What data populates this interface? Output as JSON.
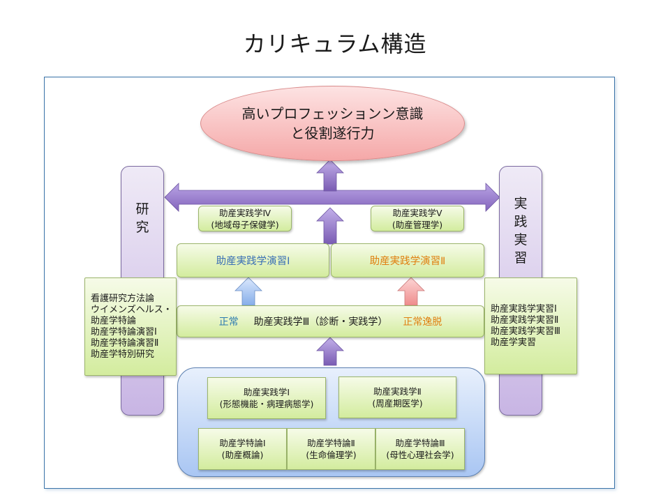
{
  "title": "カリキュラム構造",
  "goal": {
    "line1": "高いプロフェッションン意識",
    "line2": "と役割遂行力"
  },
  "pillars": {
    "left": {
      "chars": [
        "研",
        "究"
      ]
    },
    "right": {
      "chars": [
        "実",
        "践",
        "実",
        "習"
      ]
    }
  },
  "upper_courses": {
    "iv": {
      "name": "助産実践学Ⅳ",
      "sub": "(地域母子保健学)"
    },
    "v": {
      "name": "助産実践学Ⅴ",
      "sub": "(助産管理学)"
    }
  },
  "exercises": {
    "i": "助産実践学演習Ⅰ",
    "ii": "助産実践学演習Ⅱ"
  },
  "middle": {
    "normal": "正常",
    "course": "助産実践学Ⅲ（診断・実践学）",
    "abnormal": "正常逸脱"
  },
  "research_list": [
    "看護研究方法論",
    "ウイメンズヘルス・",
    "助産学特論",
    "助産学特論演習Ⅰ",
    "助産学特論演習Ⅱ",
    "助産学特別研究"
  ],
  "practice_list": [
    "助産実践学実習Ⅰ",
    "助産実践学実習Ⅱ",
    "助産実践学実習Ⅲ",
    "助産学実習"
  ],
  "foundation": {
    "row1": [
      {
        "name": "助産実践学Ⅰ",
        "sub": "(形態機能・病理病態学)"
      },
      {
        "name": "助産実践学Ⅱ",
        "sub": "(周産期医学)"
      }
    ],
    "row2": [
      {
        "name": "助産学特論Ⅰ",
        "sub": "(助産概論)"
      },
      {
        "name": "助産学特論Ⅱ",
        "sub": "(生命倫理学)"
      },
      {
        "name": "助産学特論Ⅲ",
        "sub": "(母性心理社会学)"
      }
    ]
  },
  "colors": {
    "frame": "#3a73a8",
    "arrow_purple": "#8e72c4",
    "arrow_blue": "#8fb5ef",
    "arrow_pink": "#f29a9a",
    "exercise_i_text": "#3a6fb5",
    "exercise_ii_text": "#e07f10"
  }
}
